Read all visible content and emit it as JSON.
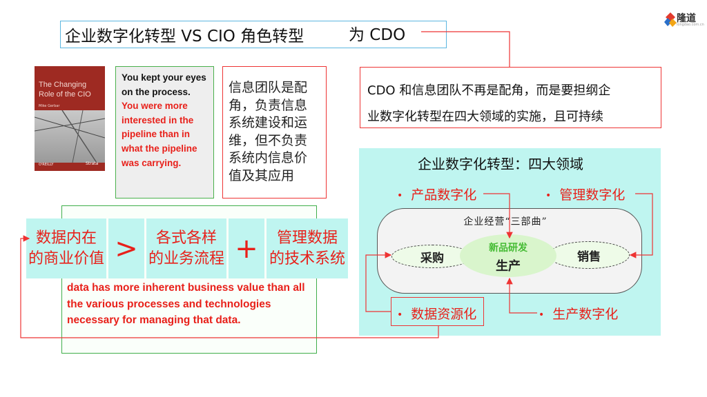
{
  "title": {
    "main": "企业数字化转型  VS  CIO 角色转型",
    "extra": "为 CDO"
  },
  "logo": {
    "name": "隆道",
    "sub": "longdao.com.cn"
  },
  "book": {
    "title_line1": "The Changing",
    "title_line2": "Role of the CIO",
    "author": "Mike Gerbar",
    "publisher": "O'REILLY",
    "series": "Strata"
  },
  "quote": {
    "black": "You kept your eyes on the process.",
    "red": "You were more interested in the pipeline than in what the pipeline was carrying."
  },
  "info_team": {
    "lines": [
      "信息团队是配",
      "角，负责信息",
      "系统建设和运",
      "维，但不负责",
      "系统内信息价",
      "值及其应用"
    ]
  },
  "cdo": {
    "line1": "CDO 和信息团队不再是配角，而是要担纲企",
    "line2": "业数字化转型在四大领域的实施，且可持续"
  },
  "formula": {
    "term1": [
      "数据内在",
      "的商业价值"
    ],
    "op1": ">",
    "term2": [
      "各式各样",
      "的业务流程"
    ],
    "op2": "+",
    "term3": [
      "管理数据",
      "的技术系统"
    ]
  },
  "english_note": "data has more inherent business value than all the various processes and technologies necessary for managing that data.",
  "four_domains": {
    "title": "企业数字化转型：四大领域",
    "product": "产品数字化",
    "management": "管理数字化",
    "data": "数据资源化",
    "production": "生产数字化",
    "bullet": "•"
  },
  "trilogy": {
    "caption": "企业经营“三部曲”",
    "purchase": "采购",
    "rd": "新品研发",
    "production": "生产",
    "sales": "销售"
  },
  "colors": {
    "accent_red": "#e8201a",
    "cyan_panel": "#bff5f0",
    "green_border": "#3fae4a",
    "title_border": "#5bb6e0"
  }
}
